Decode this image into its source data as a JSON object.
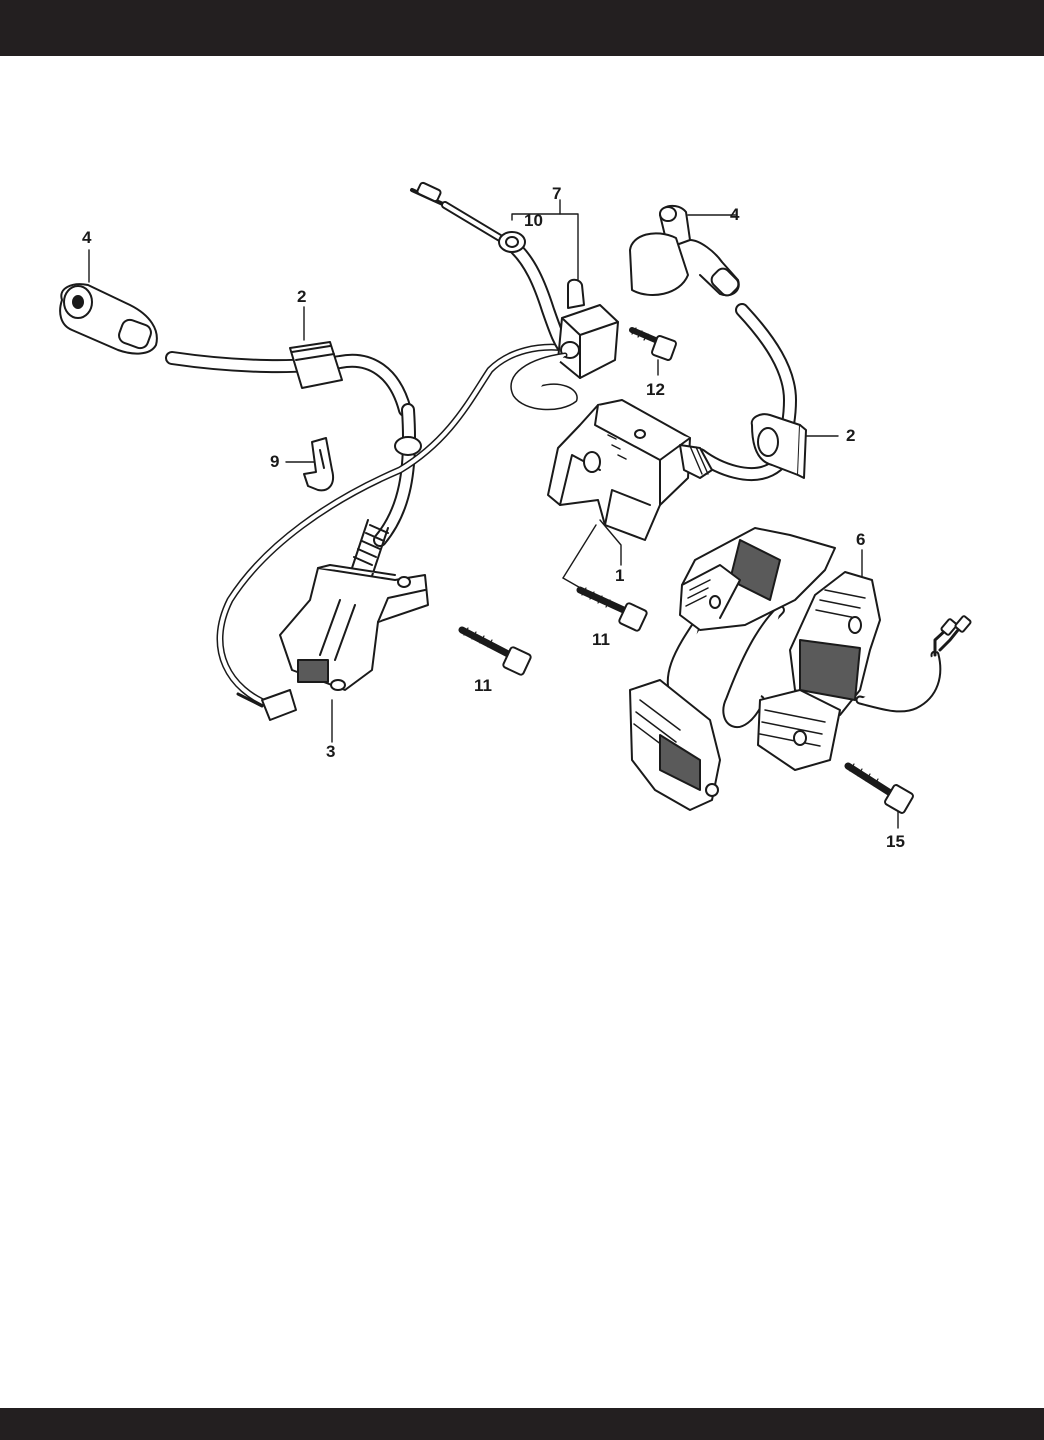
{
  "colors": {
    "bar": "#231f20",
    "ink": "#1a1a1a",
    "paper": "#ffffff",
    "shade": "#5a5a5a"
  },
  "callouts": {
    "c1": "1",
    "c2a": "2",
    "c2b": "2",
    "c3": "3",
    "c4a": "4",
    "c4b": "4",
    "c6": "6",
    "c7": "7",
    "c9": "9",
    "c10": "10",
    "c11a": "11",
    "c11b": "11",
    "c12": "12",
    "c15": "15"
  },
  "parts": [
    {
      "ref": "1",
      "name": "ignition-coil"
    },
    {
      "ref": "2",
      "name": "grommet"
    },
    {
      "ref": "3",
      "name": "ignition-coil-lower"
    },
    {
      "ref": "4",
      "name": "spark-plug-cap"
    },
    {
      "ref": "6",
      "name": "charge-coil-stator"
    },
    {
      "ref": "7",
      "name": "condenser-box"
    },
    {
      "ref": "9",
      "name": "wire-clip"
    },
    {
      "ref": "10",
      "name": "wire-grommet"
    },
    {
      "ref": "11",
      "name": "flange-bolt"
    },
    {
      "ref": "12",
      "name": "flange-bolt-short"
    },
    {
      "ref": "15",
      "name": "flange-bolt-stator"
    }
  ]
}
